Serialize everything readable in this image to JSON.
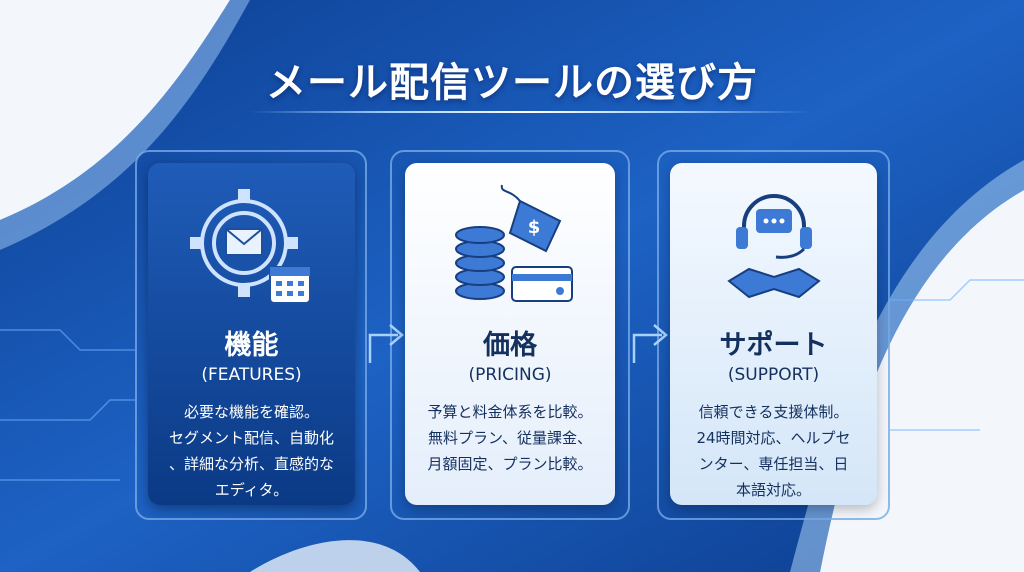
{
  "title": "メール配信ツールの選び方",
  "colors": {
    "primary": "#1553b0",
    "dark": "#0b3a85",
    "text": "#14305e"
  },
  "cards": [
    {
      "heading": "機能",
      "subheading": "(FEATURES)",
      "description": "必要な機能を確認。\nセグメント配信、自動化\n、詳細な分析、直感的な\nエディタ。",
      "icon": "gear-envelope-calendar-icon"
    },
    {
      "heading": "価格",
      "subheading": "(PRICING)",
      "description": "予算と料金体系を比較。\n無料プラン、従量課金、\n月額固定、プラン比較。",
      "icon": "coins-tag-card-icon"
    },
    {
      "heading": "サポート",
      "subheading": "(SUPPORT)",
      "description": "信頼できる支援体制。\n24時間対応、ヘルプセ\nンター、専任担当、日\n本語対応。",
      "icon": "headset-handshake-icon"
    }
  ]
}
